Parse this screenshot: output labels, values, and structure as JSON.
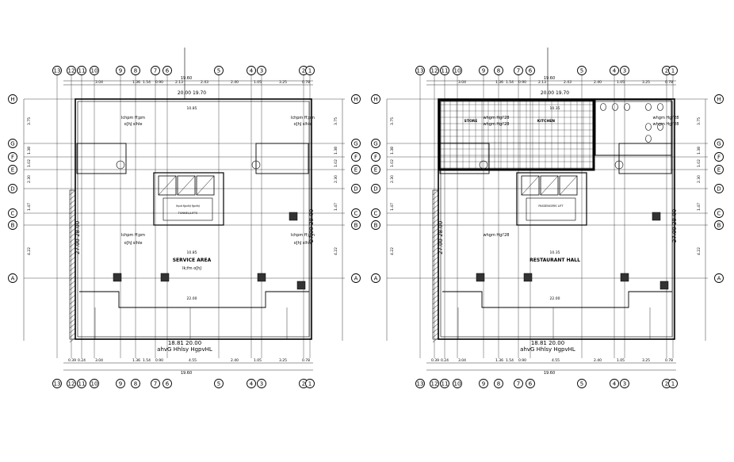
{
  "plans": [
    {
      "top_axes": [
        "13",
        "12",
        "11",
        "10",
        "9",
        "8",
        "7",
        "6",
        "5",
        "4",
        "3",
        "2",
        "1"
      ],
      "bottom_axes": [
        "13",
        "12",
        "11",
        "10",
        "9",
        "8",
        "7",
        "6",
        "5",
        "4",
        "3",
        "2",
        "1"
      ],
      "left_axes": [
        "H",
        "G",
        "F",
        "E",
        "D",
        "C",
        "B",
        "A"
      ],
      "right_axes": [
        "H",
        "G",
        "F",
        "E",
        "D",
        "C",
        "B",
        "A"
      ],
      "top_dims": [
        "3.04",
        "1.36",
        "1.54",
        "0.90",
        "2.13",
        "2.43",
        "2.40",
        "1.05",
        "3.25",
        "0.78"
      ],
      "bottom_dims": [
        "0.39",
        "0.24",
        "3.04",
        "1.36",
        "1.54",
        "0.90",
        "4.55",
        "2.40",
        "1.05",
        "3.25",
        "0.78"
      ],
      "top_total": "19.60",
      "bottom_total": "19.60",
      "left_dims": [
        "3.75",
        "1.38",
        "1.02",
        "2.30",
        "1.47",
        "4.22"
      ],
      "right_dims": [
        "3.75",
        "1.38",
        "1.02",
        "2.30",
        "1.47",
        "4.22"
      ],
      "inner_top_label": "20.00 19.70",
      "room_labels": [
        "lchpm ff;pm",
        "o[hJ slhle",
        "lchpm ff;pm",
        "o[hJ slhle",
        "lchpm ff;pm",
        "o[hJ slhle",
        "lchpm ff;pm",
        "o[hJ slhle"
      ],
      "hall_label": "SERVICE AREA",
      "hall_sub": "lk;fm o[hJ",
      "core_label": "lhpd fjpdhJ fjpdhJ",
      "core_sub": "TUNNEL/LIFTS",
      "bottom_width": "18.81 20.00",
      "caption": "ahvG Hhlsy HgpvHL",
      "mid_dim": "27.00 28.00",
      "center_dims": [
        "10.85",
        "10.85",
        "22.00"
      ]
    },
    {
      "top_axes": [
        "13",
        "12",
        "11",
        "10",
        "9",
        "8",
        "7",
        "6",
        "5",
        "4",
        "3",
        "2",
        "1"
      ],
      "bottom_axes": [
        "13",
        "12",
        "11",
        "10",
        "9",
        "8",
        "7",
        "6",
        "5",
        "4",
        "3",
        "2",
        "1"
      ],
      "left_axes": [
        "H",
        "G",
        "F",
        "E",
        "D",
        "C",
        "B",
        "A"
      ],
      "right_axes": [
        "H",
        "G",
        "F",
        "E",
        "D",
        "C",
        "B",
        "A"
      ],
      "top_dims": [
        "3.04",
        "1.36",
        "1.54",
        "0.90",
        "2.13",
        "2.43",
        "2.40",
        "1.05",
        "3.25",
        "0.78"
      ],
      "bottom_dims": [
        "0.39",
        "0.24",
        "3.04",
        "1.36",
        "1.54",
        "0.90",
        "4.55",
        "2.40",
        "1.05",
        "3.25",
        "0.78"
      ],
      "top_total": "19.60",
      "bottom_total": "19.60",
      "left_dims": [
        "3.75",
        "1.38",
        "1.02",
        "2.30",
        "1.47",
        "4.22"
      ],
      "right_dims": [
        "3.75",
        "1.38",
        "1.02",
        "2.30",
        "1.47",
        "4.22"
      ],
      "inner_top_label": "20.00 19.70",
      "room_labels": [
        "whgm Hgl'28",
        "whgm Hgl'28",
        "whgm Hgl'28",
        "whgm Hgl'28",
        "whgm Hgl'28"
      ],
      "hall_label": "RESTAURANT HALL",
      "hall_sub": "",
      "core_label": "PASSENGERS LIFT",
      "core_sub": "",
      "kitchen_labels": [
        "STORE",
        "KITCHEN"
      ],
      "bottom_width": "18.81 20.00",
      "caption": "ahvG Hhlsy HgpvHL",
      "mid_dim": "27.00 28.00",
      "center_dims": [
        "10.35",
        "10.35",
        "22.00"
      ]
    }
  ]
}
